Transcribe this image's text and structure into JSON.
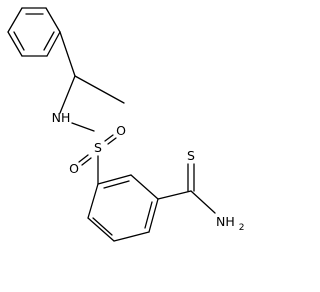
{
  "molecule": {
    "atoms": {
      "nh": "NH",
      "s_sulfonyl": "S",
      "o_left": "O",
      "o_right": "O",
      "s_thio": "S",
      "nh2": "NH",
      "nh2_subscript": "2"
    }
  }
}
